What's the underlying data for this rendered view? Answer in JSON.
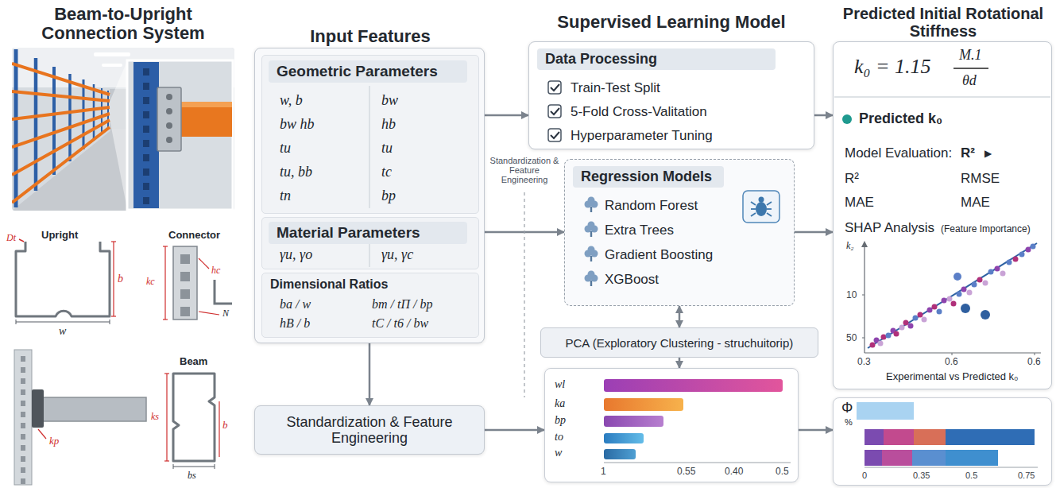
{
  "diagram": {
    "nodes": [
      {
        "text": [
          "Input Features"
        ]
      },
      {
        "text": [
          "Geometric Parameters",
          "w, b",
          "bw",
          "bw hb",
          "hb",
          "tu",
          "tu",
          "tu, bb",
          "tc",
          "tn",
          "bp"
        ],
        "in": 0
      },
      {
        "text": [
          "Material Parameters",
          "γu, γo",
          "γu, γc"
        ],
        "in": 0
      },
      {
        "text": [
          "Dimensional Ratios",
          "ba / w",
          "bm / tΠ / bp",
          "hB / b",
          "tC / t6 / bw"
        ],
        "in": 0
      },
      {
        "text": [
          "Standardization & Feature Engineering"
        ]
      },
      {
        "text": [
          "Data Processing",
          "Train-Test Split",
          "5-Fold Cross-Valitation",
          "Hyperparameter Tuning"
        ]
      },
      {
        "text": [
          "Regression Models",
          "Random Forest",
          "Extra Trees",
          "Gradient Boosting",
          "XGBoost"
        ]
      },
      {
        "text": [
          "PCA (Exploratory Clustering - struchuitorip)"
        ]
      },
      {
        "text": [
          "wl",
          "ka",
          "bp",
          "to",
          "w",
          "1",
          "0.55",
          "0.40",
          "0.5"
        ]
      },
      {
        "text": [
          "Predicted Initial Rotational Stiffness",
          "k₀ = 1.15",
          "M.1",
          "θd",
          "Predicted k₀",
          "Model Evaluation:",
          "R²",
          "▶",
          "R²",
          "RMSE",
          "MAE",
          "MAE",
          "SHAP Analysis",
          "(Feature Importance)",
          "k₂",
          "10",
          "50",
          "0.3",
          "0.6",
          "0.6",
          "Experimental vs Predicted k₀"
        ]
      },
      {
        "text": [
          "Φ",
          "%",
          "0",
          "0.35",
          "0.5",
          "0.75"
        ]
      }
    ],
    "edges": [
      {
        "from": 0,
        "to": 5,
        "arrow": "to"
      },
      {
        "from": 0,
        "to": 6,
        "arrow": "to"
      },
      {
        "from": 0,
        "to": 4,
        "arrow": "to"
      },
      {
        "from": 4,
        "to": 8,
        "arrow": "to"
      },
      {
        "from": 5,
        "to": 9,
        "arrow": "to"
      },
      {
        "from": 6,
        "to": 9,
        "arrow": "to"
      },
      {
        "from": 6,
        "to": 7,
        "arrow": "both"
      },
      {
        "from": 7,
        "to": 8,
        "arrow": "to"
      },
      {
        "from": 8,
        "to": 10,
        "arrow": "to"
      }
    ],
    "labels": [
      "Beam-to-Upright Connection System",
      "Upright",
      "Dt",
      "b",
      "w",
      "Connector",
      "kc",
      "hc",
      "N",
      "kp",
      "Beam",
      "ks",
      "b",
      "bs",
      "Supervised Learning Model",
      "Standardization & Feature Engineering"
    ]
  }
}
